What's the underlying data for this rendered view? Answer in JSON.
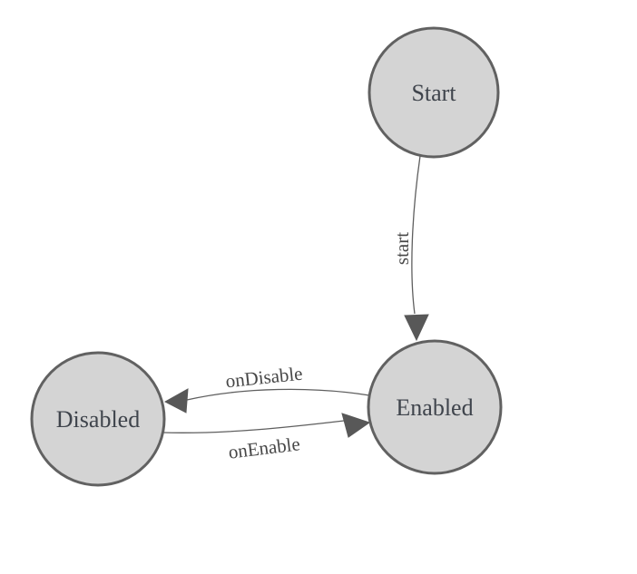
{
  "diagram": {
    "type": "state-machine",
    "background_color": "#ffffff",
    "colors": {
      "node_fill": "#d4d4d4",
      "node_stroke": "#616161",
      "node_text": "#3f444c",
      "edge_stroke": "#5f5f5f",
      "edge_label_text": "#474747",
      "arrowhead_fill": "#585858"
    },
    "nodes": [
      {
        "id": "start",
        "label": "Start"
      },
      {
        "id": "enabled",
        "label": "Enabled"
      },
      {
        "id": "disabled",
        "label": "Disabled"
      }
    ],
    "edges": [
      {
        "from": "Start",
        "to": "Enabled",
        "label": "start"
      },
      {
        "from": "Enabled",
        "to": "Disabled",
        "label": "onDisable"
      },
      {
        "from": "Disabled",
        "to": "Enabled",
        "label": "onEnable"
      }
    ]
  }
}
